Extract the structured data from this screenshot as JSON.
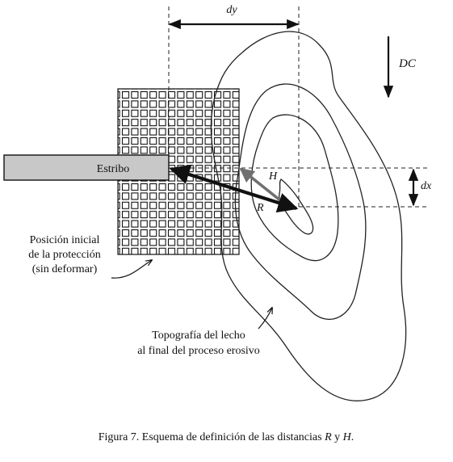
{
  "diagram": {
    "labels": {
      "dy": "dy",
      "dx": "dx",
      "dc": "DC",
      "estribo": "Estribo",
      "h": "H",
      "r": "R",
      "protection_line1": "Posición inicial",
      "protection_line2": "de la protección",
      "protection_line3": "(sin deformar)",
      "topography_line1": "Topografía del lecho",
      "topography_line2": "al final del proceso erosivo"
    },
    "caption": {
      "prefix": "Figura 7. Esquema de definición de las distancias ",
      "r": "R",
      "conj": " y ",
      "h": "H",
      "end": "."
    },
    "colors": {
      "abutment_fill": "#c8c8c8",
      "h_arrow": "#707070",
      "r_arrow": "#111111",
      "lines": "#222222"
    }
  }
}
